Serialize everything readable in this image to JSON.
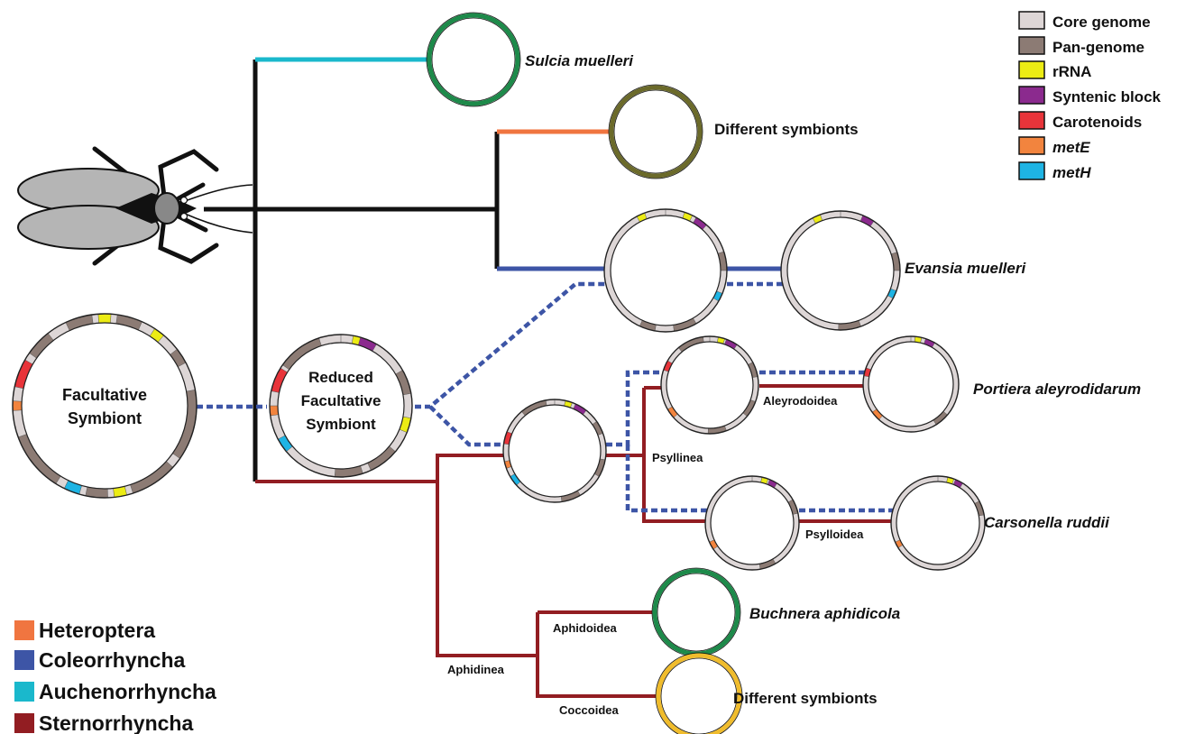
{
  "colors": {
    "core": "#ddd6d6",
    "pan": "#8c7b74",
    "rrna": "#ecec14",
    "syntenic": "#8b2a8e",
    "carotenoids": "#e8343a",
    "metE": "#f2843e",
    "metH": "#1eb4e4",
    "heteroptera": "#f07540",
    "coleorrhyncha": "#3d55a6",
    "auchenorrhyncha": "#1ab8cc",
    "sternorrhyncha": "#921d22",
    "sulcia_ring": "#1d8a4a",
    "diff1_ring": "#6b6a2a",
    "buchnera_ring": "#1d8a4a",
    "diff2_ring": "#f0bc2c"
  },
  "legend_genome": [
    {
      "label": "Core genome",
      "color_key": "core",
      "italic": false
    },
    {
      "label": "Pan-genome",
      "color_key": "pan",
      "italic": false
    },
    {
      "label": "rRNA",
      "color_key": "rrna",
      "italic": false
    },
    {
      "label": "Syntenic block",
      "color_key": "syntenic",
      "italic": false
    },
    {
      "label": "Carotenoids",
      "color_key": "carotenoids",
      "italic": false
    },
    {
      "label": "metE",
      "color_key": "metE",
      "italic": true
    },
    {
      "label": "metH",
      "color_key": "metH",
      "italic": true
    }
  ],
  "legend_hosts": [
    {
      "label": "Heteroptera",
      "color_key": "heteroptera"
    },
    {
      "label": "Coleorrhyncha",
      "color_key": "coleorrhyncha"
    },
    {
      "label": "Auchenorrhyncha",
      "color_key": "auchenorrhyncha"
    },
    {
      "label": "Sternorrhyncha",
      "color_key": "sternorrhyncha"
    }
  ],
  "labels": {
    "sulcia": "Sulcia muelleri",
    "different_symbionts_1": "Different symbionts",
    "evansia": "Evansia muelleri",
    "facultative_line1": "Facultative",
    "facultative_line2": "Symbiont",
    "reduced_line1": "Reduced",
    "reduced_line2": "Facultative",
    "reduced_line3": "Symbiont",
    "portiera": "Portiera aleyrodidarum",
    "aleyrodoidea": "Aleyrodoidea",
    "psyllinea": "Psyllinea",
    "carsonella": "Carsonella  ruddii",
    "psylloidea": "Psylloidea",
    "buchnera": "Buchnera  aphidicola",
    "aphidoidea": "Aphidoidea",
    "aphidinea": "Aphidinea",
    "different_symbionts_2": "Different symbionts",
    "coccoidea": "Coccoidea"
  }
}
